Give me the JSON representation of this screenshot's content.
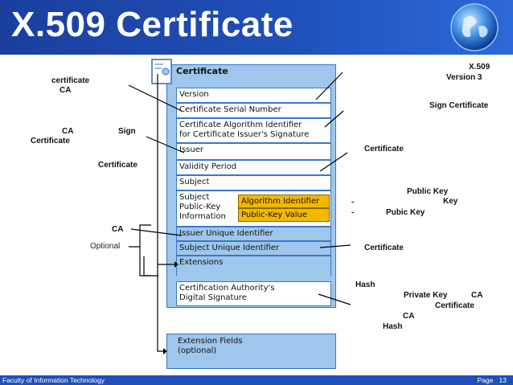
{
  "header": {
    "title": "X.509 Certificate"
  },
  "footer": {
    "institution": "Faculty of Information Technology",
    "page_label": "Page",
    "page_number": "13"
  },
  "certificate": {
    "heading": "Certificate",
    "fields": [
      "Version",
      "Certificate Serial Number",
      "Certificate Algorithm Identifier",
      "for Certificate Issuer's Signature",
      "Issuer",
      "Validity Period",
      "Subject",
      "Subject",
      "Public-Key",
      "Information",
      "Issuer Unique Identifier",
      "Subject Unique Identifier",
      "Extensions",
      "Certification Authority's",
      "Digital Signature"
    ],
    "public_key_parts": [
      "Algorithm Identifier",
      "Public-Key Value"
    ]
  },
  "extension_box": {
    "line1": "Extension Fields",
    "line2": "(optional)"
  },
  "left_annotations": {
    "serial": [
      "certificate",
      "CA"
    ],
    "issuer_ca": "CA",
    "issuer_sign": "Sign",
    "issuer_cert": "Certificate",
    "validity": "Certificate",
    "unique_id": "CA",
    "optional": "Optional"
  },
  "right_annotations": {
    "version": [
      "X.509",
      "Version 3"
    ],
    "algorithm": "Sign Certificate",
    "validity": "Certificate",
    "pk_1": "Public Key",
    "pk_2": "Key",
    "pk_dash1": "-",
    "pk_dash2": "-",
    "pk_3": "Pubic Key",
    "subject_uid": "Certificate",
    "sig_hash": "Hash",
    "sig_private": "Private Key",
    "sig_ca1": "CA",
    "sig_cert": "Certificate",
    "sig_ca2": "CA",
    "sig_hash2": "Hash"
  }
}
